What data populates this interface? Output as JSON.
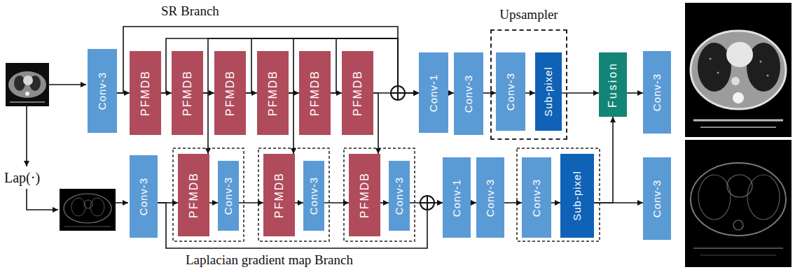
{
  "diagram": {
    "nodes": [
      {
        "text": [
          "Conv-3"
        ]
      },
      {
        "text": [
          "PFMDB"
        ]
      },
      {
        "text": [
          "PFMDB"
        ]
      },
      {
        "text": [
          "PFMDB"
        ]
      },
      {
        "text": [
          "PFMDB"
        ]
      },
      {
        "text": [
          "PFMDB"
        ]
      },
      {
        "text": [
          "PFMDB"
        ]
      },
      {
        "text": [
          "Conv-1"
        ]
      },
      {
        "text": [
          "Conv-3"
        ]
      },
      {
        "text": [
          "Upsampler"
        ]
      },
      {
        "text": [
          "Conv-3"
        ],
        "in": 9
      },
      {
        "text": [
          "Sub-pixel"
        ],
        "in": 9
      },
      {
        "text": [
          "Fusion"
        ]
      },
      {
        "text": [
          "Conv-3"
        ]
      },
      {
        "text": [
          "Conv-3"
        ]
      },
      {
        "text": [
          "PFMDB"
        ]
      },
      {
        "text": [
          "Conv-3"
        ]
      },
      {
        "text": [
          "PFMDB"
        ]
      },
      {
        "text": [
          "Conv-3"
        ]
      },
      {
        "text": [
          "PFMDB"
        ]
      },
      {
        "text": [
          "Conv-3"
        ]
      },
      {
        "text": [
          "Conv-1"
        ]
      },
      {
        "text": [
          "Conv-3"
        ]
      },
      {
        "text": [
          "Conv-3"
        ]
      },
      {
        "text": [
          "Sub-pixel"
        ]
      },
      {
        "text": [
          "Conv-3"
        ]
      }
    ],
    "edges": [
      {
        "from": 0,
        "to": 1,
        "arrow": "to"
      },
      {
        "from": 1,
        "to": 2,
        "arrow": "to"
      },
      {
        "from": 2,
        "to": 3,
        "arrow": "to"
      },
      {
        "from": 3,
        "to": 4,
        "arrow": "to"
      },
      {
        "from": 4,
        "to": 5,
        "arrow": "to"
      },
      {
        "from": 5,
        "to": 6,
        "arrow": "to"
      },
      {
        "from": 6,
        "to": 7,
        "arrow": "to"
      },
      {
        "from": 0,
        "to": 7,
        "arrow": "to"
      },
      {
        "from": 1,
        "to": 7,
        "arrow": "to"
      },
      {
        "from": 2,
        "to": 7,
        "arrow": "to"
      },
      {
        "from": 3,
        "to": 7,
        "arrow": "to"
      },
      {
        "from": 4,
        "to": 7,
        "arrow": "to"
      },
      {
        "from": 5,
        "to": 7,
        "arrow": "to"
      },
      {
        "from": 7,
        "to": 8,
        "arrow": "to"
      },
      {
        "from": 8,
        "to": 10,
        "arrow": "to"
      },
      {
        "from": 10,
        "to": 11,
        "arrow": "to"
      },
      {
        "from": 11,
        "to": 12,
        "arrow": "to"
      },
      {
        "from": 12,
        "to": 13,
        "arrow": "to"
      },
      {
        "from": 2,
        "to": 15,
        "arrow": "to"
      },
      {
        "from": 4,
        "to": 17,
        "arrow": "to"
      },
      {
        "from": 6,
        "to": 19,
        "arrow": "to"
      },
      {
        "from": 14,
        "to": 15,
        "arrow": "to"
      },
      {
        "from": 15,
        "to": 16,
        "arrow": "to"
      },
      {
        "from": 16,
        "to": 17,
        "arrow": "to"
      },
      {
        "from": 17,
        "to": 18,
        "arrow": "to"
      },
      {
        "from": 18,
        "to": 19,
        "arrow": "to"
      },
      {
        "from": 19,
        "to": 20,
        "arrow": "to"
      },
      {
        "from": 20,
        "to": 21,
        "arrow": "to"
      },
      {
        "from": 14,
        "to": 21,
        "arrow": "to"
      },
      {
        "from": 21,
        "to": 22,
        "arrow": "to"
      },
      {
        "from": 22,
        "to": 23,
        "arrow": "to"
      },
      {
        "from": 23,
        "to": 24,
        "arrow": "to"
      },
      {
        "from": 24,
        "to": 25,
        "arrow": "to"
      },
      {
        "from": 24,
        "to": 12,
        "arrow": "to"
      }
    ],
    "labels": [
      "SR Branch",
      "Lap(·)",
      "Laplacian gradient map Branch"
    ]
  }
}
